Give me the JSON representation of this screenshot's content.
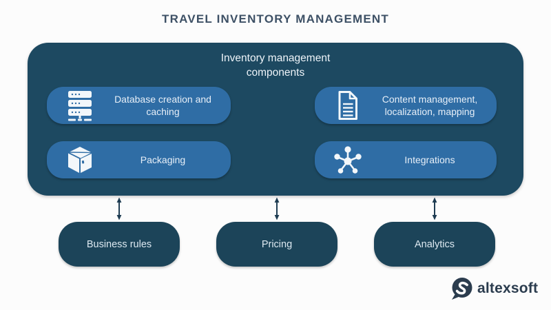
{
  "header": {
    "title": "TRAVEL INVENTORY MANAGEMENT"
  },
  "container": {
    "title": "Inventory management\ncomponents",
    "components": [
      {
        "label": "Database creation and caching",
        "icon": "server-stack-icon"
      },
      {
        "label": "Content management, localization, mapping",
        "icon": "document-icon"
      },
      {
        "label": "Packaging",
        "icon": "package-box-icon"
      },
      {
        "label": "Integrations",
        "icon": "network-hub-icon"
      }
    ]
  },
  "external_modules": [
    {
      "label": "Business rules"
    },
    {
      "label": "Pricing"
    },
    {
      "label": "Analytics"
    }
  ],
  "footer": {
    "brand": "altexsoft"
  },
  "colors": {
    "background": "#fcfcfc",
    "title_text": "#3d5065",
    "container_bg": "#1d4961",
    "component_bg": "#2f6da5",
    "module_bg": "#1c4459",
    "arrow": "#1e3c52",
    "light_text": "#e7eff8",
    "brand_navy": "#2b3c4e"
  }
}
